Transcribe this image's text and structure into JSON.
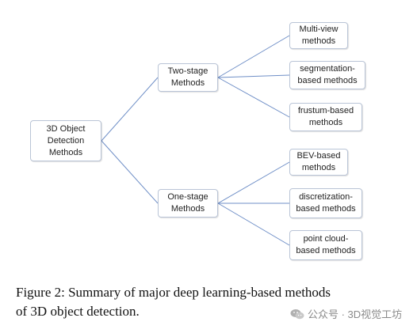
{
  "diagram": {
    "nodes": {
      "root": "3D Object\nDetection\nMethods",
      "two_stage": "Two-stage\nMethods",
      "one_stage": "One-stage\nMethods",
      "multi_view": "Multi-view\nmethods",
      "segmentation": "segmentation-\nbased methods",
      "frustum": "frustum-based\nmethods",
      "bev": "BEV-based\nmethods",
      "discretization": "discretization-\nbased methods",
      "point_cloud": "point cloud-\nbased methods"
    },
    "edge_color": "#6f8fc7"
  },
  "caption": "Figure 2: Summary of major deep learning-based methods\nof 3D object detection.",
  "watermark": {
    "text": "公众号 · 3D视觉工坊",
    "icon": "wechat-icon"
  }
}
